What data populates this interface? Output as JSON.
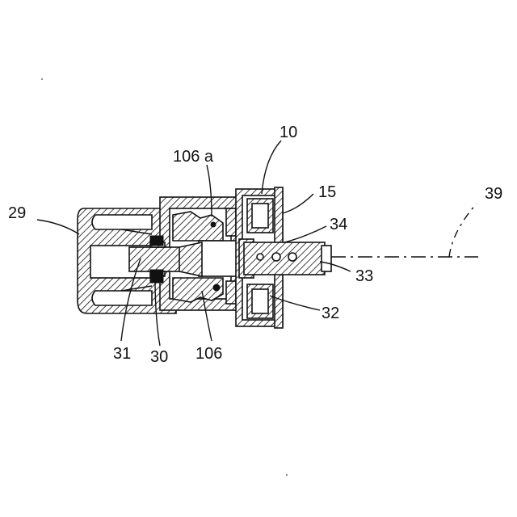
{
  "figure": {
    "labels": {
      "l10": "10",
      "l106a": "106 a",
      "l15": "15",
      "l29": "29",
      "l34": "34",
      "l39": "39",
      "l33": "33",
      "l32": "32",
      "l31": "31",
      "l30": "30",
      "l106": "106"
    }
  }
}
